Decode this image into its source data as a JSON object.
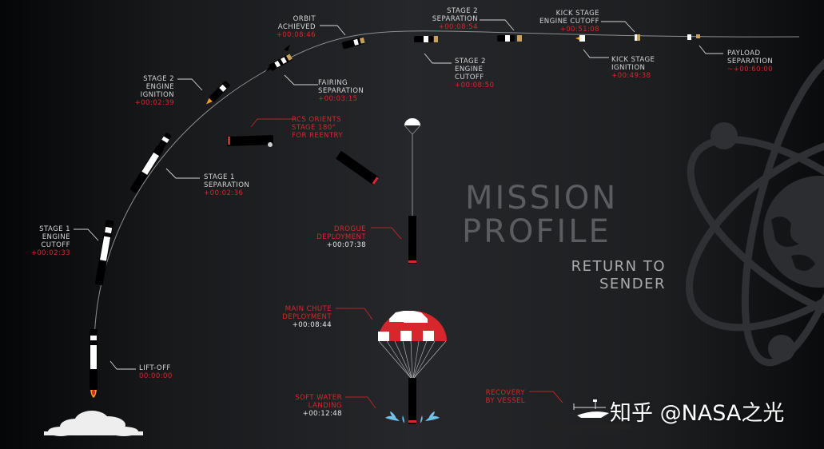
{
  "title": {
    "line1": "MISSION",
    "line2": "PROFILE",
    "subtitle_line1": "RETURN TO",
    "subtitle_line2": "SENDER"
  },
  "events": {
    "liftoff": {
      "name": "LIFT-OFF",
      "time": "00:00:00"
    },
    "stage1_cutoff": {
      "line1": "STAGE 1",
      "line2": "ENGINE",
      "line3": "CUTOFF",
      "time": "+00:02:33"
    },
    "stage1_separation": {
      "line1": "STAGE 1",
      "line2": "SEPARATION",
      "time": "+00:02:36"
    },
    "stage2_ignition": {
      "line1": "STAGE 2",
      "line2": "ENGINE",
      "line3": "IGNITION",
      "time": "+00:02:39"
    },
    "fairing_separation": {
      "line1": "FAIRING",
      "line2": "SEPARATION",
      "time": "+00:03:15"
    },
    "orbit_achieved": {
      "line1": "ORBIT",
      "line2": "ACHIEVED",
      "time": "+00:08:46"
    },
    "stage2_cutoff": {
      "line1": "STAGE 2",
      "line2": "ENGINE",
      "line3": "CUTOFF",
      "time": "+00:08:50"
    },
    "stage2_separation": {
      "line1": "STAGE 2",
      "line2": "SEPARATION",
      "time": "+00:08:54"
    },
    "kick_ignition": {
      "line1": "KICK STAGE",
      "line2": "IGNITION",
      "time": "+00:49:38"
    },
    "kick_cutoff": {
      "line1": "KICK STAGE",
      "line2": "ENGINE CUTOFF",
      "time": "+00:51:08"
    },
    "payload_separation": {
      "line1": "PAYLOAD",
      "line2": "SEPARATION",
      "time": "~+00:60:00"
    }
  },
  "recovery": {
    "rcs": {
      "line1": "RCS ORIENTS",
      "line2": "STAGE 180°",
      "line3": "FOR REENTRY"
    },
    "drogue": {
      "line1": "DROGUE",
      "line2": "DEPLOYMENT",
      "time": "+00:07:38"
    },
    "main_chute": {
      "line1": "MAIN CHUTE",
      "line2": "DEPLOYMENT",
      "time": "+00:08:44"
    },
    "splashdown": {
      "line1": "SOFT WATER",
      "line2": "LANDING",
      "time": "+00:12:48"
    },
    "vessel": {
      "line1": "RECOVERY",
      "line2": "BY VESSEL"
    }
  },
  "watermark": "知乎 @NASA之光",
  "colors": {
    "accent_red": "#d8262d",
    "text_light": "#d6d6d6",
    "title_gray": "#5a5c5f",
    "splash_blue": "#6ec3ea"
  }
}
